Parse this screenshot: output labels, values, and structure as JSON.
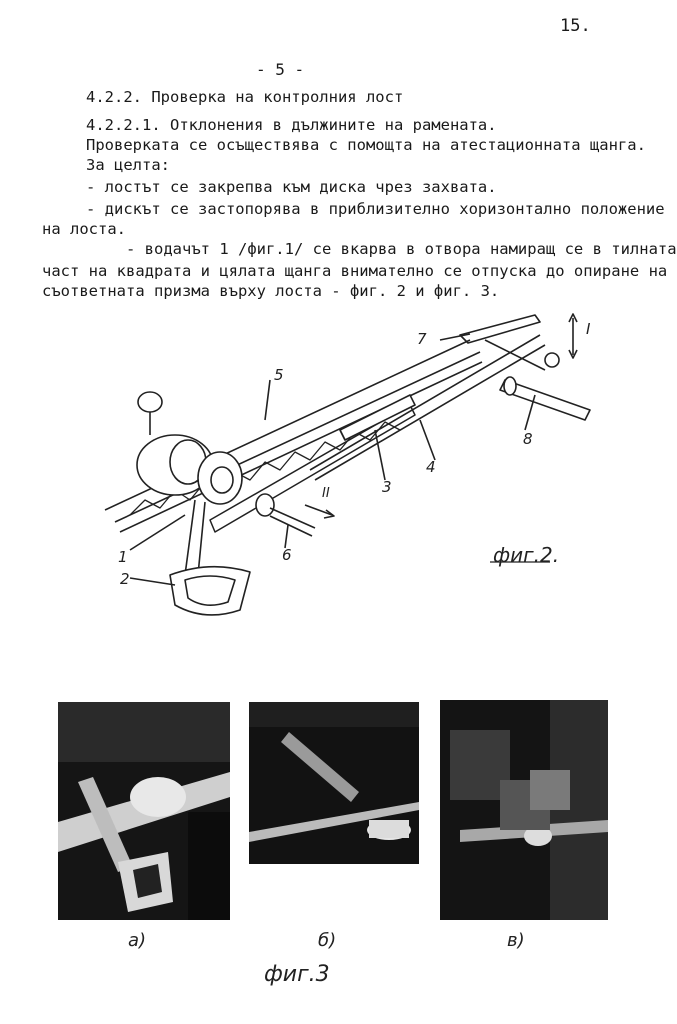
{
  "page_number": "15.",
  "page_center": "- 5 -",
  "section_heading": "4.2.2. Проверка на контролния лост",
  "subsection_heading": "4.2.2.1. Отклонения в дължините на рамената.",
  "lines": [
    "Проверката се осъществява с помощта на атестационната щанга.",
    "За целта:",
    "- лостът се закрепва към диска чрез захвата.",
    "- дискът се застопорява в приблизително хоризонтално положение",
    "на лоста.",
    "- водачът 1 /фиг.1/ се вкарва в отвора намиращ се в тилната",
    "част на квадрата и цялата щанга внимателно се отпуска до опиране на",
    "съответната призма върху лоста  - фиг. 2 и фиг. 3."
  ],
  "figure2": {
    "caption": "фиг.2.",
    "labels": [
      "1",
      "2",
      "3",
      "4",
      "5",
      "6",
      "7",
      "8",
      "I",
      "II"
    ]
  },
  "figure3": {
    "caption": "фиг.3",
    "photo_labels": [
      "а)",
      "б)",
      "в)"
    ]
  }
}
